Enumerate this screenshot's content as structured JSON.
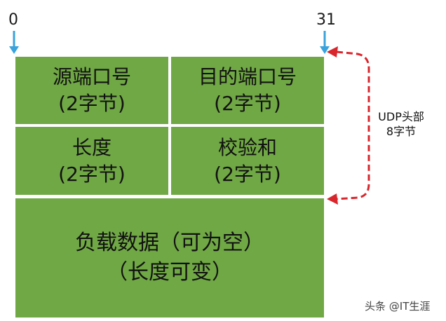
{
  "bits": {
    "start": "0",
    "end": "31"
  },
  "fields": [
    {
      "name": "源端口号",
      "size": "(2字节)"
    },
    {
      "name": "目的端口号",
      "size": "(2字节)"
    },
    {
      "name": "长度",
      "size": "(2字节)"
    },
    {
      "name": "校验和",
      "size": "(2字节)"
    }
  ],
  "payload": {
    "name": "负载数据（可为空）",
    "size": "（长度可变）"
  },
  "header_note": {
    "line1": "UDP头部",
    "line2": "8字节"
  },
  "watermark": "头条 @IT生涯",
  "colors": {
    "cell_fill": "#70a845",
    "bit_arrow": "#3aa3dc",
    "brace_arrow": "#d9262c"
  }
}
